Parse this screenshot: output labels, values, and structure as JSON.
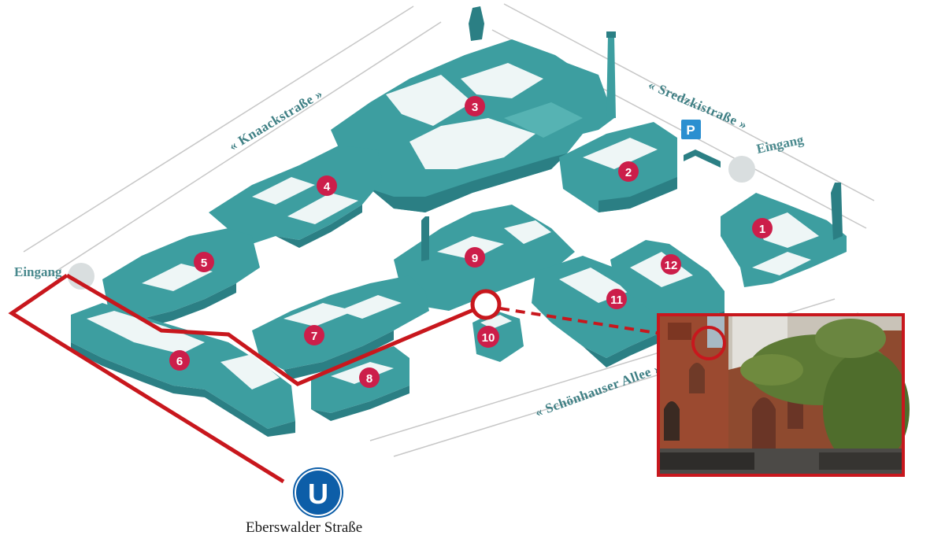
{
  "map": {
    "streets": {
      "knaack": "« Knaackstraße »",
      "sredzki": "« Sredzkistraße »",
      "schoenhauser": "« Schönhauser Allee »"
    },
    "entrances": {
      "west": "Eingang",
      "east": "Eingang"
    },
    "parking": "P",
    "subway": {
      "icon_letter": "U",
      "station": "Eberswalder Straße"
    },
    "buildings": [
      "1",
      "2",
      "3",
      "4",
      "5",
      "6",
      "7",
      "8",
      "9",
      "10",
      "11",
      "12"
    ],
    "colors": {
      "building": "#3d9ea0",
      "roof": "#eef6f6",
      "route": "#c8171d",
      "marker": "#cc1e4a",
      "parking": "#2b8fd0",
      "subway": "#0d5ea8"
    }
  }
}
